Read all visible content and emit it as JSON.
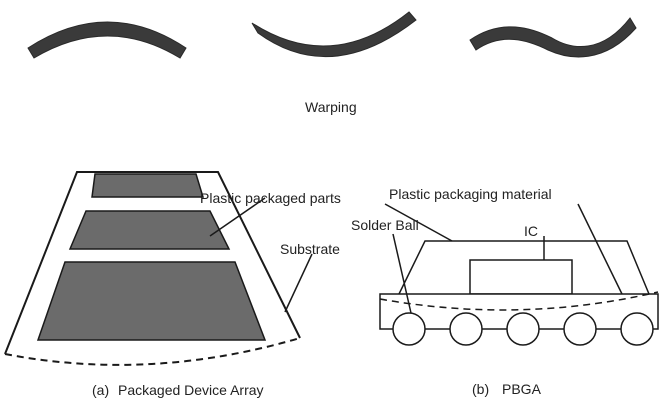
{
  "warping": {
    "label": "Warping"
  },
  "device_array": {
    "label_parts": "Plastic packaged parts",
    "label_substrate": "Substrate",
    "caption_prefix": "(a)",
    "caption_text": "Packaged Device Array"
  },
  "pbga": {
    "label_material": "Plastic packaging material",
    "label_solder": "Solder Ball",
    "label_ic": "IC",
    "caption_prefix": "(b)",
    "caption_text": "PBGA"
  },
  "colors": {
    "dark_fill": "#3a3a3a",
    "part_fill": "#6b6b6b",
    "line": "#1a1a1a",
    "background": "#ffffff"
  }
}
